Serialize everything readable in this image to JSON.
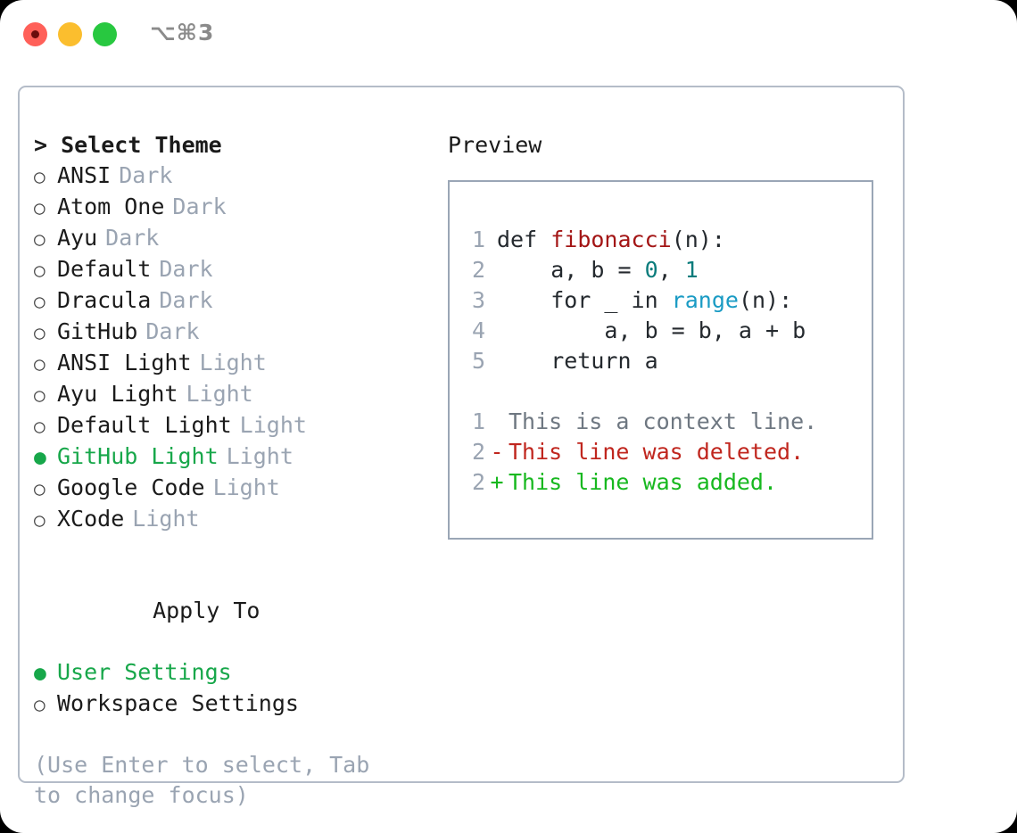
{
  "titlebar": {
    "shortcut": "⌥⌘3",
    "buttons": [
      {
        "name": "close",
        "color": "#ff6059"
      },
      {
        "name": "minimize",
        "color": "#fbbe2e"
      },
      {
        "name": "maximize",
        "color": "#28c840"
      }
    ]
  },
  "theme_panel": {
    "header": "> Select Theme",
    "items": [
      {
        "marker": "○",
        "label": "ANSI",
        "kind": "Dark",
        "selected": false
      },
      {
        "marker": "○",
        "label": "Atom One",
        "kind": "Dark",
        "selected": false
      },
      {
        "marker": "○",
        "label": "Ayu",
        "kind": "Dark",
        "selected": false
      },
      {
        "marker": "○",
        "label": "Default",
        "kind": "Dark",
        "selected": false
      },
      {
        "marker": "○",
        "label": "Dracula",
        "kind": "Dark",
        "selected": false
      },
      {
        "marker": "○",
        "label": "GitHub",
        "kind": "Dark",
        "selected": false
      },
      {
        "marker": "○",
        "label": "ANSI Light",
        "kind": "Light",
        "selected": false
      },
      {
        "marker": "○",
        "label": "Ayu Light",
        "kind": "Light",
        "selected": false
      },
      {
        "marker": "○",
        "label": "Default Light",
        "kind": "Light",
        "selected": false
      },
      {
        "marker": "●",
        "label": "GitHub Light",
        "kind": "Light",
        "selected": true
      },
      {
        "marker": "○",
        "label": "Google Code",
        "kind": "Light",
        "selected": false
      },
      {
        "marker": "○",
        "label": "XCode",
        "kind": "Light",
        "selected": false
      }
    ]
  },
  "apply_to": {
    "header": "Apply To",
    "items": [
      {
        "marker": "●",
        "label": "User Settings",
        "selected": true
      },
      {
        "marker": "○",
        "label": "Workspace Settings",
        "selected": false
      }
    ]
  },
  "hint": "(Use Enter to select, Tab to change focus)",
  "preview": {
    "heading": "Preview",
    "code_lines": [
      {
        "num": "1",
        "tokens": [
          {
            "t": "def ",
            "c": "tok-def"
          },
          {
            "t": "fibonacci",
            "c": "tok-fn"
          },
          {
            "t": "(n):",
            "c": "tok-plain"
          }
        ]
      },
      {
        "num": "2",
        "tokens": [
          {
            "t": "    a, b = ",
            "c": "tok-plain"
          },
          {
            "t": "0",
            "c": "tok-num"
          },
          {
            "t": ", ",
            "c": "tok-plain"
          },
          {
            "t": "1",
            "c": "tok-num"
          }
        ]
      },
      {
        "num": "3",
        "tokens": [
          {
            "t": "    for _ in ",
            "c": "tok-plain"
          },
          {
            "t": "range",
            "c": "tok-builtin"
          },
          {
            "t": "(n):",
            "c": "tok-plain"
          }
        ]
      },
      {
        "num": "4",
        "tokens": [
          {
            "t": "        a, b = b, a + b",
            "c": "tok-plain"
          }
        ]
      },
      {
        "num": "5",
        "tokens": [
          {
            "t": "    return a",
            "c": "tok-plain"
          }
        ]
      }
    ],
    "diff_lines": [
      {
        "num": "1",
        "mark": " ",
        "text": "This is a context line.",
        "style": "diff-ctx"
      },
      {
        "num": "2",
        "mark": "-",
        "text": "This line was deleted.",
        "style": "diff-del"
      },
      {
        "num": "2",
        "mark": "+",
        "text": "This line was added.",
        "style": "diff-add"
      }
    ]
  },
  "colors": {
    "accent_green": "#17a74a",
    "muted": "#9aa4b2",
    "border": "#b4bcc8",
    "panel_border": "#9aa6b6",
    "code_function": "#a31515",
    "code_number": "#0b7c7c",
    "code_builtin": "#1a9bc4",
    "diff_deleted": "#c0261e",
    "diff_added": "#17b81f"
  }
}
